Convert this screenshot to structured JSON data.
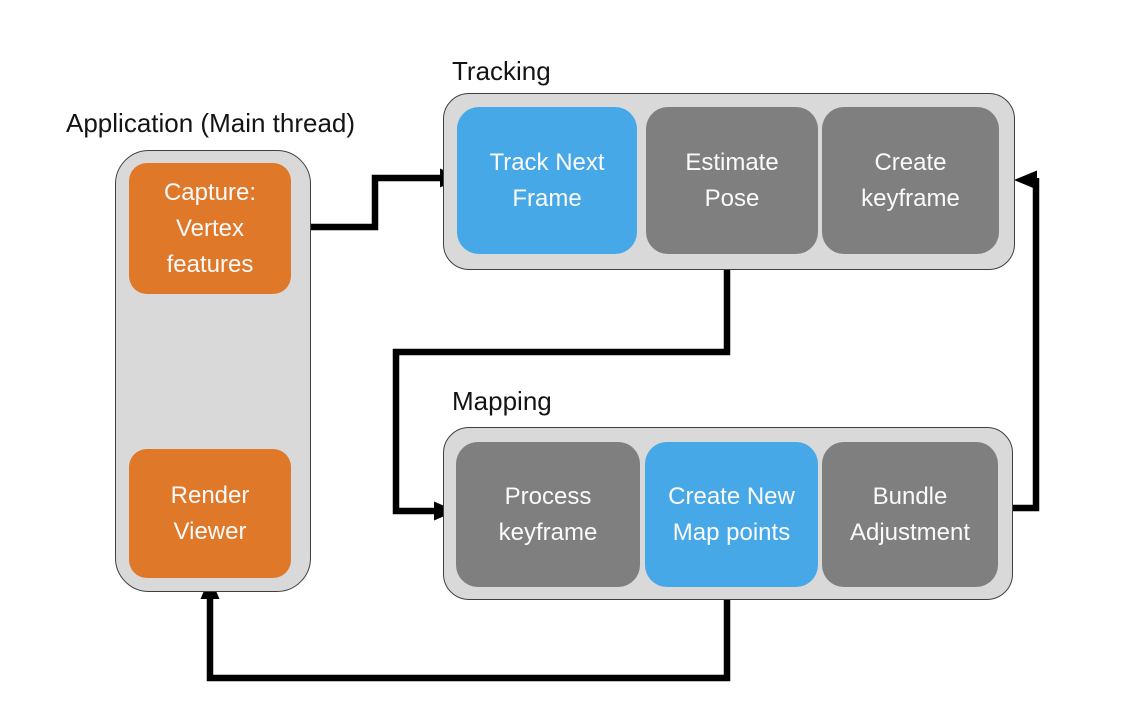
{
  "groups": {
    "application": {
      "label": "Application (Main thread)",
      "boxes": [
        {
          "id": "capture-vertex-features",
          "label": "Capture:\nVertex\nfeatures",
          "color": "orange"
        },
        {
          "id": "render-viewer",
          "label": "Render\nViewer",
          "color": "orange"
        }
      ]
    },
    "tracking": {
      "label": "Tracking",
      "boxes": [
        {
          "id": "track-next-frame",
          "label": "Track Next\nFrame",
          "color": "blue"
        },
        {
          "id": "estimate-pose",
          "label": "Estimate\nPose",
          "color": "gray"
        },
        {
          "id": "create-keyframe",
          "label": "Create\nkeyframe",
          "color": "gray"
        }
      ]
    },
    "mapping": {
      "label": "Mapping",
      "boxes": [
        {
          "id": "process-keyframe",
          "label": "Process\nkeyframe",
          "color": "gray"
        },
        {
          "id": "create-new-map-points",
          "label": "Create New\nMap points",
          "color": "blue"
        },
        {
          "id": "bundle-adjustment",
          "label": "Bundle\nAdjustment",
          "color": "gray"
        }
      ]
    }
  },
  "arrows": [
    {
      "from": "capture-vertex-features",
      "to": "track-next-frame"
    },
    {
      "from": "tracking-container-bottom",
      "to": "process-keyframe"
    },
    {
      "from": "mapping-container-bottom",
      "to": "render-viewer"
    },
    {
      "from": "bundle-adjustment",
      "to": "create-keyframe"
    }
  ],
  "colors": {
    "orange": "#E0782A",
    "blue": "#47A8E8",
    "gray": "#7F7F7F",
    "container_fill": "#D9D9D9",
    "container_border": "#3F3F3F",
    "arrow": "#000000",
    "label_text": "#141414",
    "box_text": "#FAFAFA"
  }
}
